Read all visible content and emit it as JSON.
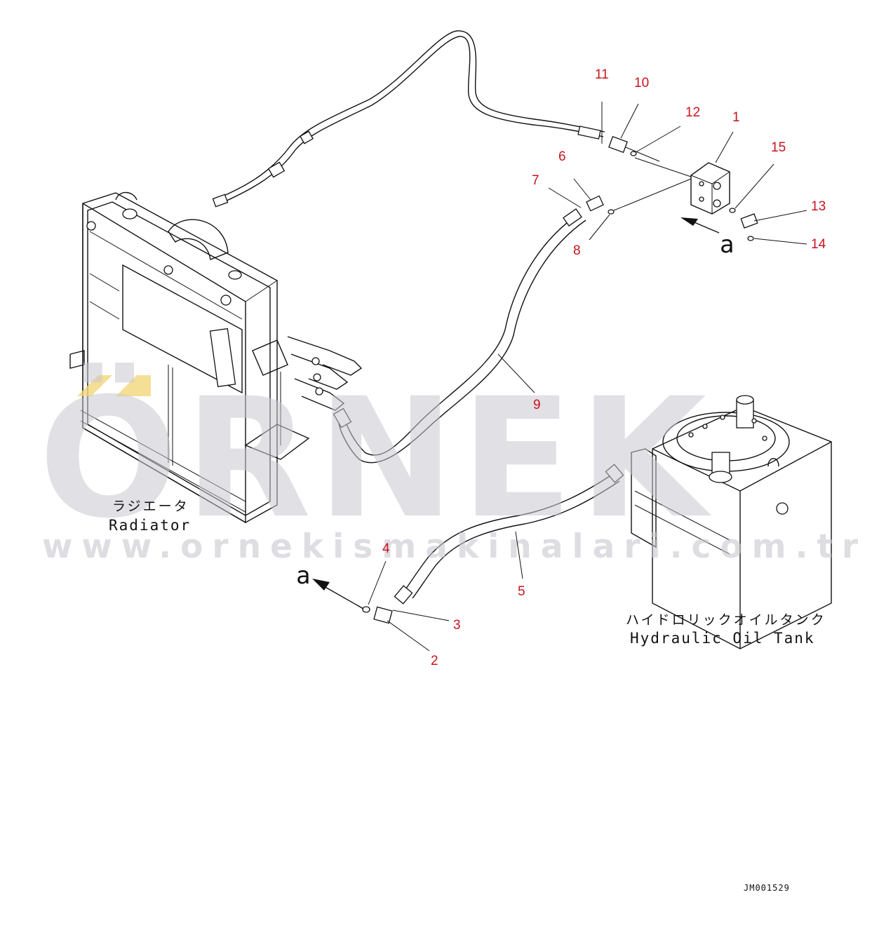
{
  "watermark": {
    "brand": "ÖRNEK",
    "url": "www.ornekismakinalari.com.tr",
    "accent_color": "#f2d77a",
    "text_color": "#c9c7cf"
  },
  "labels": {
    "radiator_jp": "ラジエータ",
    "radiator_en": "Radiator",
    "tank_jp": "ハイドロリックオイルタンク",
    "tank_en": "Hydraulic Oil Tank",
    "view_arrow_top": "a",
    "view_arrow_bottom": "a",
    "drawing_code": "JM001529"
  },
  "callouts": [
    "1",
    "2",
    "3",
    "4",
    "5",
    "6",
    "7",
    "8",
    "9",
    "10",
    "11",
    "12",
    "13",
    "14",
    "15"
  ],
  "colors": {
    "callout": "#c8141e",
    "linework": "#111111"
  }
}
